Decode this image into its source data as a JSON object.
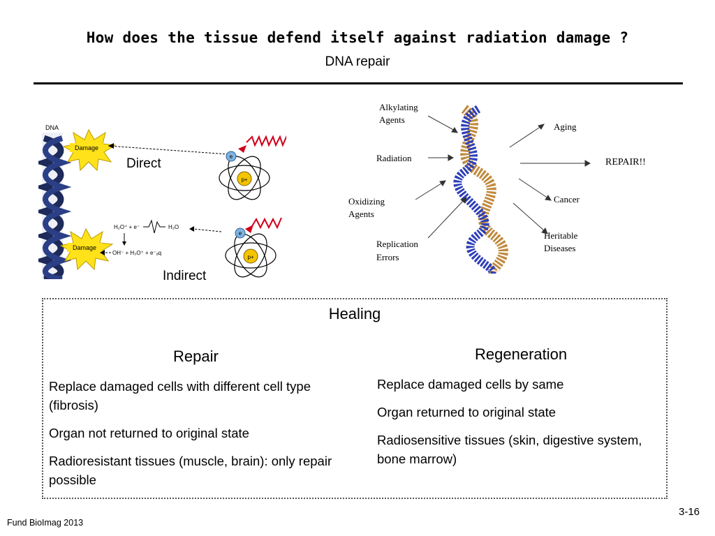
{
  "slide": {
    "title": "How does the tissue defend itself against radiation damage ?",
    "subtitle": "DNA repair",
    "footer": "Fund BioImag 2013",
    "page_number": "3-16"
  },
  "figure_left": {
    "dna_label": "DNA",
    "damage_label": "Damage",
    "direct_label": "Direct",
    "indirect_label": "Indirect",
    "electron_label": "e",
    "proton_label": "p+",
    "reaction_top_left": "H₂O⁺ + e⁻",
    "reaction_top_right": "H₂O",
    "reaction_bottom": "OH⁻ + H₃O⁺ + e⁻ₐq"
  },
  "figure_right": {
    "alkylating": [
      "Alkylating",
      "Agents"
    ],
    "radiation": "Radiation",
    "oxidizing": [
      "Oxidizing",
      "Agents"
    ],
    "replication": [
      "Replication",
      "Errors"
    ],
    "aging": "Aging",
    "repair": "REPAIR!!",
    "cancer": "Cancer",
    "heritable": [
      "Heritable",
      "Diseases"
    ]
  },
  "healing": {
    "heading": "Healing",
    "repair": {
      "heading": "Repair",
      "items": [
        "Replace damaged cells with different cell type (fibrosis)",
        "Organ not returned to original state",
        "Radioresistant tissues (muscle, brain): only repair possible"
      ]
    },
    "regeneration": {
      "heading": "Regeneration",
      "items": [
        "Replace damaged cells by same",
        "Organ returned to original state",
        "Radiosensitive tissues (skin, digestive system, bone marrow)"
      ]
    }
  }
}
